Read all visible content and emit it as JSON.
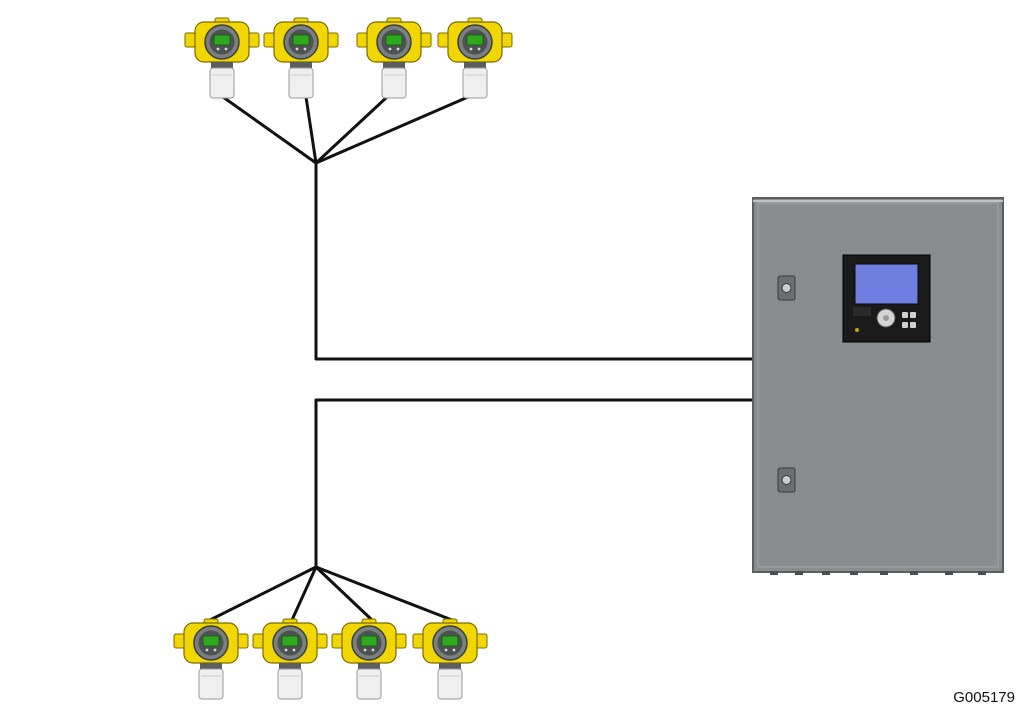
{
  "figure_code": "G005179",
  "colors": {
    "wire": "#111111",
    "detector_body": "#f2d600",
    "detector_face": "#7a7f80",
    "detector_display": "#2ea81e",
    "detector_sensor": "#efefef",
    "cabinet": "#8a8d90",
    "cabinet_edge": "#5c5f62",
    "controller_bezel": "#1a1a1a",
    "controller_screen": "#6f7fe0"
  },
  "icons": {
    "detector": "gas-detector-icon",
    "cabinet": "control-cabinet-icon",
    "latch": "door-latch-icon"
  },
  "groups": [
    {
      "name": "top-detector-group",
      "detector_count": 4
    },
    {
      "name": "bottom-detector-group",
      "detector_count": 4
    }
  ]
}
